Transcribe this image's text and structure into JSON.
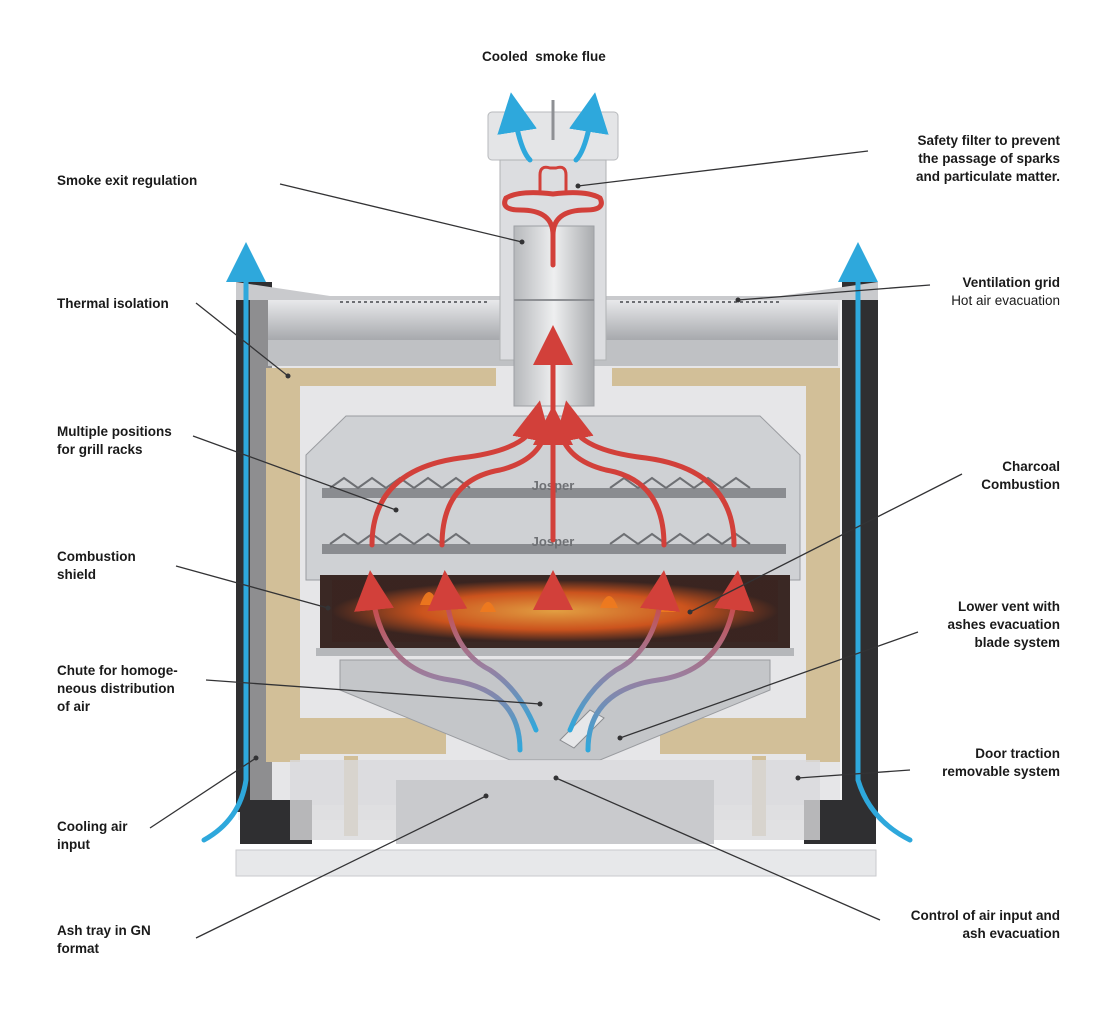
{
  "labels": {
    "cooled_smoke_flue": "Cooled  smoke flue",
    "smoke_exit_regulation": "Smoke exit regulation",
    "safety_filter": [
      "Safety filter to prevent",
      "the passage of sparks",
      "and particulate matter."
    ],
    "thermal_isolation": "Thermal isolation",
    "ventilation_grid": "Ventilation grid",
    "hot_air_evacuation": "Hot air evacuation",
    "multiple_positions": [
      "Multiple positions",
      "for grill racks"
    ],
    "charcoal_combustion": [
      "Charcoal",
      "Combustion"
    ],
    "combustion_shield": [
      "Combustion",
      "shield"
    ],
    "lower_vent": [
      "Lower vent with",
      "ashes evacuation",
      "blade system"
    ],
    "chute": [
      "Chute for homoge-",
      "neous distribution",
      "of air"
    ],
    "door_traction": [
      "Door traction",
      "removable system"
    ],
    "cooling_air_input": [
      "Cooling air",
      "input"
    ],
    "ash_tray": [
      "Ash tray in GN",
      "format"
    ],
    "control_air_input": [
      "Control of air input and",
      "ash evacuation"
    ],
    "brand_text": "Josper"
  },
  "colors": {
    "hot_air": "#d2403a",
    "cool_air": "#2ea8dc",
    "isolation": "#d2bf98",
    "steel_light": "#d9dadc",
    "steel_mid": "#a9abae",
    "steel_dark": "#2c2c2e",
    "fire": "#f07a1e"
  }
}
